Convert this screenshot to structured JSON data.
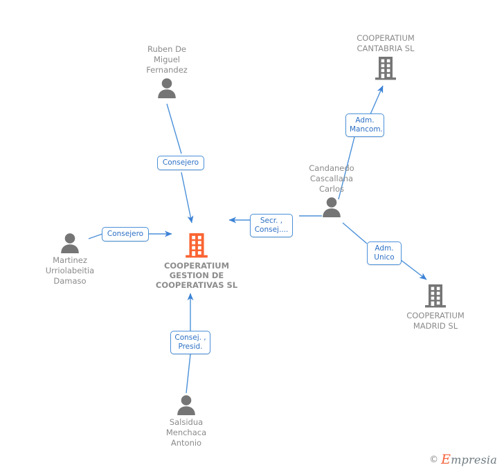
{
  "diagram": {
    "title": "COOPERATIUM GESTION DE COOPERATIVAS SL corporate network",
    "colors": {
      "company_main": "#fa6432",
      "company_other": "#757575",
      "person": "#757575",
      "edge": "#4a90d9",
      "label_text": "#2c6fc4",
      "caption_text": "#8a8a8a"
    },
    "nodes": [
      {
        "id": "ruben",
        "type": "person",
        "label": "Ruben De\nMiguel\nFernandez",
        "icon": "person-icon"
      },
      {
        "id": "cooperatium_cantabria",
        "type": "company",
        "label": "COOPERATIUM\nCANTABRIA SL",
        "icon": "building-icon"
      },
      {
        "id": "candanedo",
        "type": "person",
        "label": "Candanedo\nCascallana\nCarlos",
        "icon": "person-icon"
      },
      {
        "id": "martinez",
        "type": "person",
        "label": "Martinez\nUrriolabeitia\nDamaso",
        "icon": "person-icon"
      },
      {
        "id": "cooperatium_gestion",
        "type": "company-main",
        "label": "COOPERATIUM\nGESTION DE\nCOOPERATIVAS SL",
        "icon": "building-icon"
      },
      {
        "id": "cooperatium_madrid",
        "type": "company",
        "label": "COOPERATIUM\nMADRID SL",
        "icon": "building-icon"
      },
      {
        "id": "salsidua",
        "type": "person",
        "label": "Salsidua\nMenchaca\nAntonio",
        "icon": "person-icon"
      }
    ],
    "edges": [
      {
        "id": "e1",
        "from": "ruben",
        "to": "cooperatium_gestion",
        "label": "Consejero"
      },
      {
        "id": "e2",
        "from": "martinez",
        "to": "cooperatium_gestion",
        "label": "Consejero"
      },
      {
        "id": "e3",
        "from": "candanedo",
        "to": "cooperatium_gestion",
        "label": "Secr. ,\nConsej...."
      },
      {
        "id": "e4",
        "from": "candanedo",
        "to": "cooperatium_cantabria",
        "label": "Adm.\nMancom."
      },
      {
        "id": "e5",
        "from": "candanedo",
        "to": "cooperatium_madrid",
        "label": "Adm.\nUnico"
      },
      {
        "id": "e6",
        "from": "salsidua",
        "to": "cooperatium_gestion",
        "label": "Consej. ,\nPresid."
      }
    ]
  },
  "watermark": {
    "copyright": "©",
    "brand_initial": "E",
    "brand_rest": "mpresia"
  }
}
